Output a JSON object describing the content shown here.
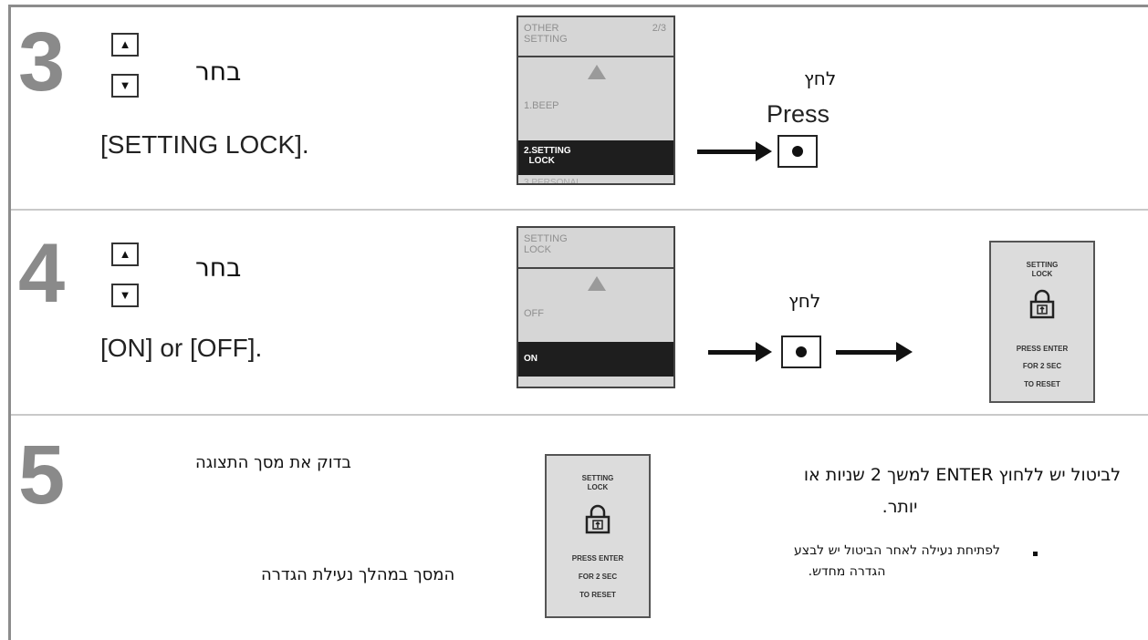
{
  "step3": {
    "number": "3",
    "select_label": "בחר",
    "option_text": "[SETTING LOCK].",
    "up_arrow": "▲",
    "down_arrow": "▼",
    "menu": {
      "header": "OTHER\nSETTING",
      "page": "2/3",
      "item_1": "1.BEEP",
      "selected": "2.SETTING\n  LOCK"
    },
    "press_heb": "לחץ",
    "press_eng": "Press"
  },
  "step4": {
    "number": "4",
    "select_label": "בחר",
    "option_text": "[ON] or [OFF].",
    "up_arrow": "▲",
    "down_arrow": "▼",
    "menu": {
      "header": "SETTING\nLOCK",
      "item_off": "OFF",
      "selected": "ON"
    },
    "press_heb": "לחץ",
    "display": {
      "title": "SETTING\nLOCK",
      "line1": "PRESS ENTER",
      "line2": "FOR 2 SEC",
      "line3": "TO RESET"
    }
  },
  "step5": {
    "number": "5",
    "check_display": "בדוק את מסך התצוגה",
    "screen_caption": "המסך במהלך נעילת הגדרה",
    "display": {
      "title": "SETTING\nLOCK",
      "line1": "PRESS ENTER",
      "line2": "FOR 2 SEC",
      "line3": "TO RESET"
    },
    "cancel_line1": "לביטול יש ללחוץ ENTER למשך 2 שניות או",
    "cancel_line2": "יותר.",
    "bullet_line1": "לפתיחת נעילה לאחר הביטול יש לבצע",
    "bullet_line2": "הגדרה מחדש."
  }
}
